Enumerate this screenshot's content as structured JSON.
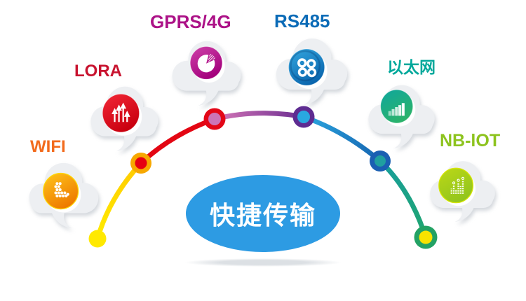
{
  "center": {
    "label": "快捷传输",
    "bg_color": "#2D9BE3",
    "text_color": "#FFFFFF"
  },
  "items": [
    {
      "id": "wifi",
      "label": "WIFI",
      "label_color": "#F26B1D",
      "icon": "dotted-arrow-icon",
      "badge_top": "#FFC61A",
      "badge_bottom": "#EE7A00"
    },
    {
      "id": "lora",
      "label": "LORA",
      "label_color": "#C8132F",
      "icon": "rising-arrows-icon",
      "badge_top": "#F22837",
      "badge_bottom": "#C9000F"
    },
    {
      "id": "gprs4g",
      "label": "GPRS/4G",
      "label_color": "#AC1287",
      "icon": "pie-chart-icon",
      "badge_top": "#CE41A9",
      "badge_bottom": "#A3007C"
    },
    {
      "id": "rs485",
      "label": "RS485",
      "label_color": "#0B6BB7",
      "icon": "ports-icon",
      "badge_top": "#35A8E0",
      "badge_bottom": "#0A66AE"
    },
    {
      "id": "ethernet",
      "label": "以太网",
      "label_color": "#00A89B",
      "icon": "signal-bars-icon",
      "badge_top": "#0FA69D",
      "badge_bottom": "#2BB36B"
    },
    {
      "id": "nbiot",
      "label": "NB-lOT",
      "label_color": "#8DC31E",
      "icon": "equalizer-icon",
      "badge_top": "#BCD816",
      "badge_bottom": "#92C51E"
    }
  ],
  "arc": {
    "segments": [
      {
        "name": "wifi-segment",
        "from": "#FFEC00",
        "to": "#FFC900"
      },
      {
        "name": "lora-segment",
        "from": "#E30613",
        "to": "#E30613"
      },
      {
        "name": "gprs-segment",
        "from": "#D677B7",
        "to": "#6A2D91"
      },
      {
        "name": "rs485-segment",
        "from": "#2BA6DF",
        "to": "#1563B0"
      },
      {
        "name": "ethernet-segment",
        "from": "#189E9C",
        "to": "#1FA56F"
      }
    ],
    "nodes": [
      {
        "name": "start-dot",
        "ring": "#FFE900",
        "core": "#FFE900"
      },
      {
        "name": "wifi-node",
        "ring": "#F7A800",
        "core": "#E60012"
      },
      {
        "name": "lora-node",
        "ring": "#E30617",
        "core": "#CC74B7"
      },
      {
        "name": "gprs-node",
        "ring": "#5E2C91",
        "core": "#29A8E0"
      },
      {
        "name": "rs485-node",
        "ring": "#1A5FB2",
        "core": "#1F9FA0"
      },
      {
        "name": "end-node",
        "ring": "#23A264",
        "core": "#F8E300"
      }
    ]
  },
  "cloud_color": "#EDEFF2"
}
